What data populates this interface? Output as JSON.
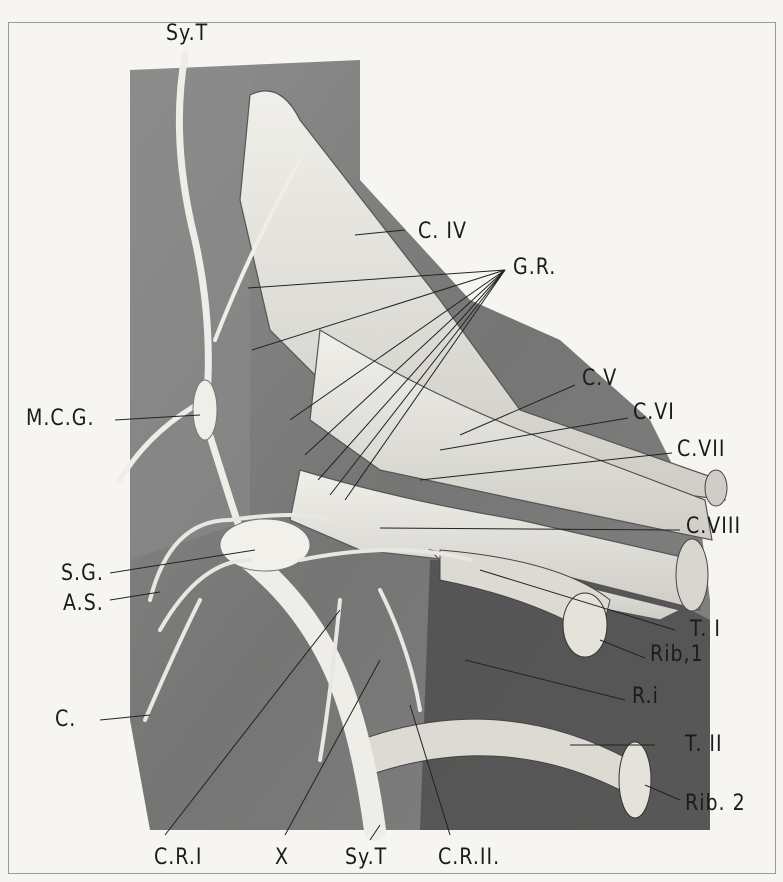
{
  "labels": {
    "sy_t_top": "Sy.T",
    "c_iv": "C. IV",
    "g_r": "G.R.",
    "m_c_g": "M.C.G.",
    "c_v": "C.V",
    "c_vi": "C.VI",
    "c_vii": "C.VII",
    "c_viii": "C.VIII",
    "s_g": "S.G.",
    "a_s": "A.S.",
    "t_i": "T. I",
    "rib_1": "Rib,1",
    "c_dot": "C.",
    "r_i": "R.i",
    "t_ii": "T. II",
    "rib_2": "Rib. 2",
    "c_r_i": "C.R.I",
    "x": "X",
    "sy_t_bottom": "Sy.T",
    "c_r_ii": "C.R.II."
  }
}
